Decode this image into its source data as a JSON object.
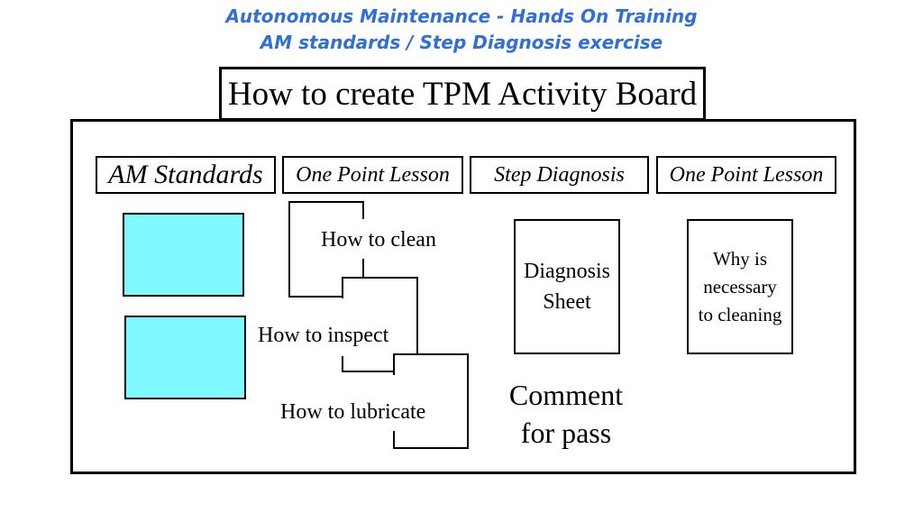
{
  "header": {
    "line1": "Autonomous Maintenance - Hands On Training",
    "line2": "AM standards / Step Diagnosis exercise"
  },
  "title": "How to create TPM Activity Board",
  "columns": {
    "am_standards": "AM Standards",
    "one_point_lesson_1": "One Point Lesson",
    "step_diagnosis": "Step Diagnosis",
    "one_point_lesson_2": "One Point Lesson"
  },
  "lessons": {
    "clean": "How to clean",
    "inspect": "How to inspect",
    "lubricate": "How to lubricate"
  },
  "diagnosis_sheet": {
    "line1": "Diagnosis",
    "line2": "Sheet"
  },
  "comment": {
    "line1": "Comment",
    "line2": "for pass"
  },
  "why_card": {
    "line1": "Why is",
    "line2": "necessary",
    "line3": "to cleaning"
  },
  "colors": {
    "header_blue": "#2f6fd6",
    "standard_fill": "#7ff9ff"
  }
}
